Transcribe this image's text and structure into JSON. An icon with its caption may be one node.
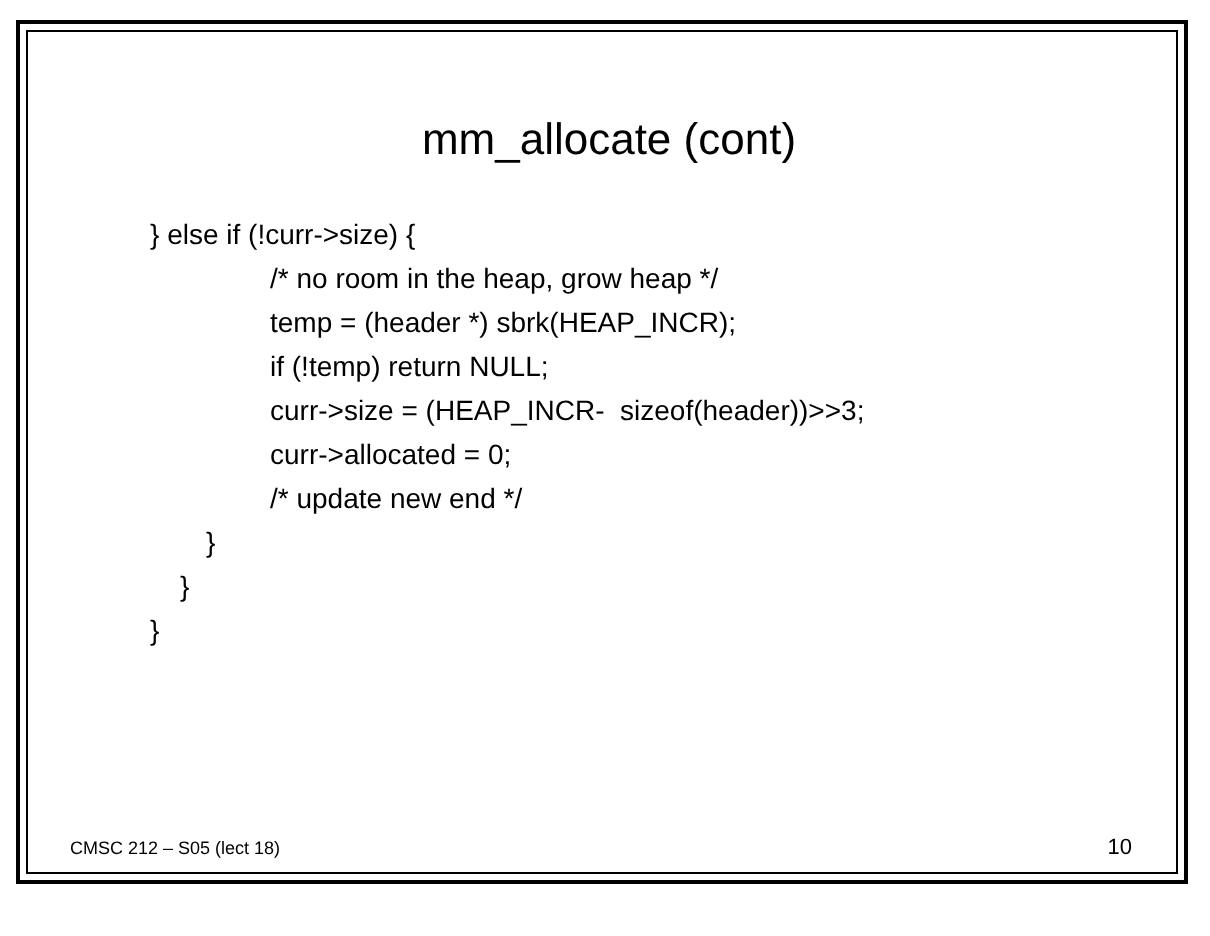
{
  "diagram": {
    "title": "mm_allocate (cont)",
    "labels": [
      "} else if (!curr->size) {",
      "/* no room in the heap, grow heap */",
      "temp = (header *) sbrk(HEAP_INCR);",
      "if (!temp) return NULL;",
      "curr->size = (HEAP_INCR-  sizeof(header))>>3;",
      "curr->allocated = 0;",
      "/* update new end */",
      "}",
      "}",
      "}",
      "CMSC 212 – S05 (lect 18)",
      "10"
    ]
  }
}
